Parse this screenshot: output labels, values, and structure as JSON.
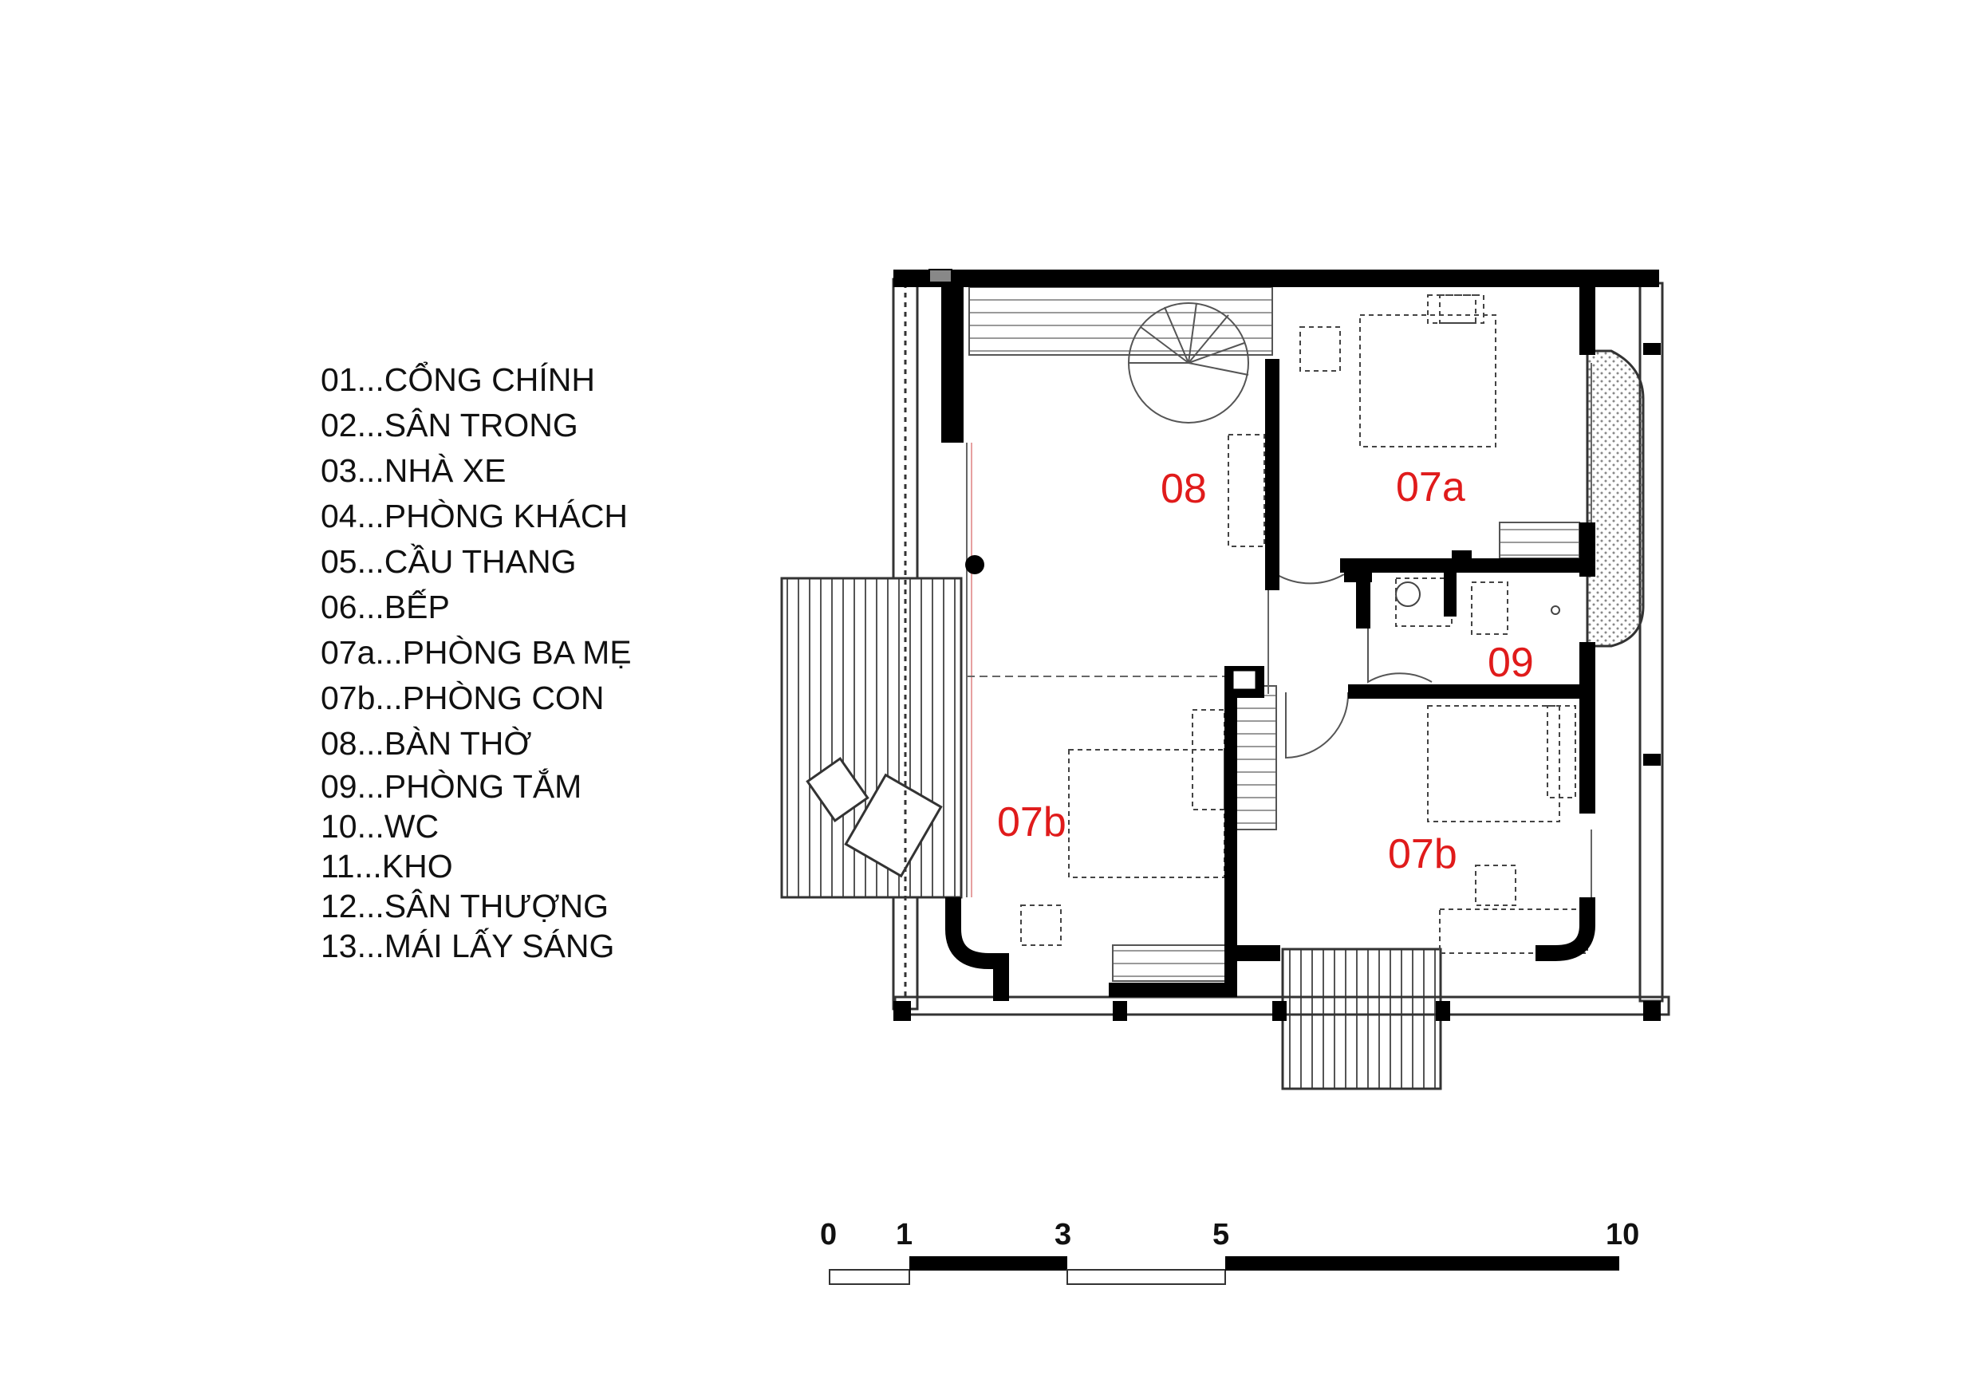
{
  "legend": [
    "01...CỔNG CHÍNH",
    "02...SÂN TRONG",
    "03...NHÀ XE",
    "04...PHÒNG KHÁCH",
    "05...CẦU THANG",
    "06...BẾP",
    "07a...PHÒNG BA MẸ",
    "07b...PHÒNG CON",
    "08...BÀN THỜ",
    "09...PHÒNG TẮM",
    "10...WC",
    "11...KHO",
    "12...SÂN THƯỢNG",
    "13...MÁI LẤY SÁNG"
  ],
  "plan": {
    "room_labels": {
      "altar": "08",
      "parents_room": "07a",
      "bathroom": "09",
      "child_room_left": "07b",
      "child_room_right": "07b"
    },
    "label_color": "#e01b1b",
    "wall_color": "#000000"
  },
  "scale": {
    "ticks": [
      "0",
      "1",
      "3",
      "5",
      "10"
    ]
  }
}
